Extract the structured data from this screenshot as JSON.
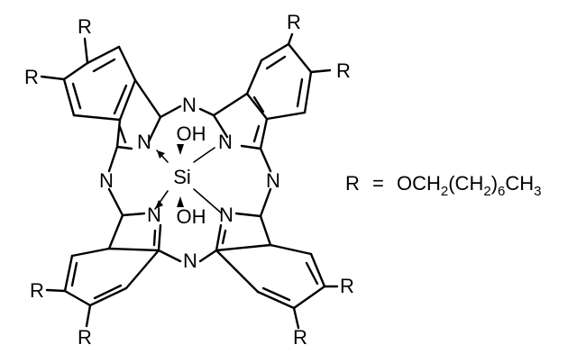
{
  "molecule": {
    "center_atom": "Si",
    "axial_ligands": [
      "OH",
      "OH"
    ],
    "bridge_nitrogen": "N",
    "pyrrole_nitrogen": "N",
    "substituent": "R"
  },
  "legend": {
    "lhs": "R",
    "equals": "=",
    "rhs_main": "OCH",
    "rhs_sub1": "2",
    "rhs_paren": "(CH",
    "rhs_sub2": "2",
    "rhs_close": ")",
    "rhs_sub3": "6",
    "rhs_tail": "CH",
    "rhs_sub4": "3"
  }
}
